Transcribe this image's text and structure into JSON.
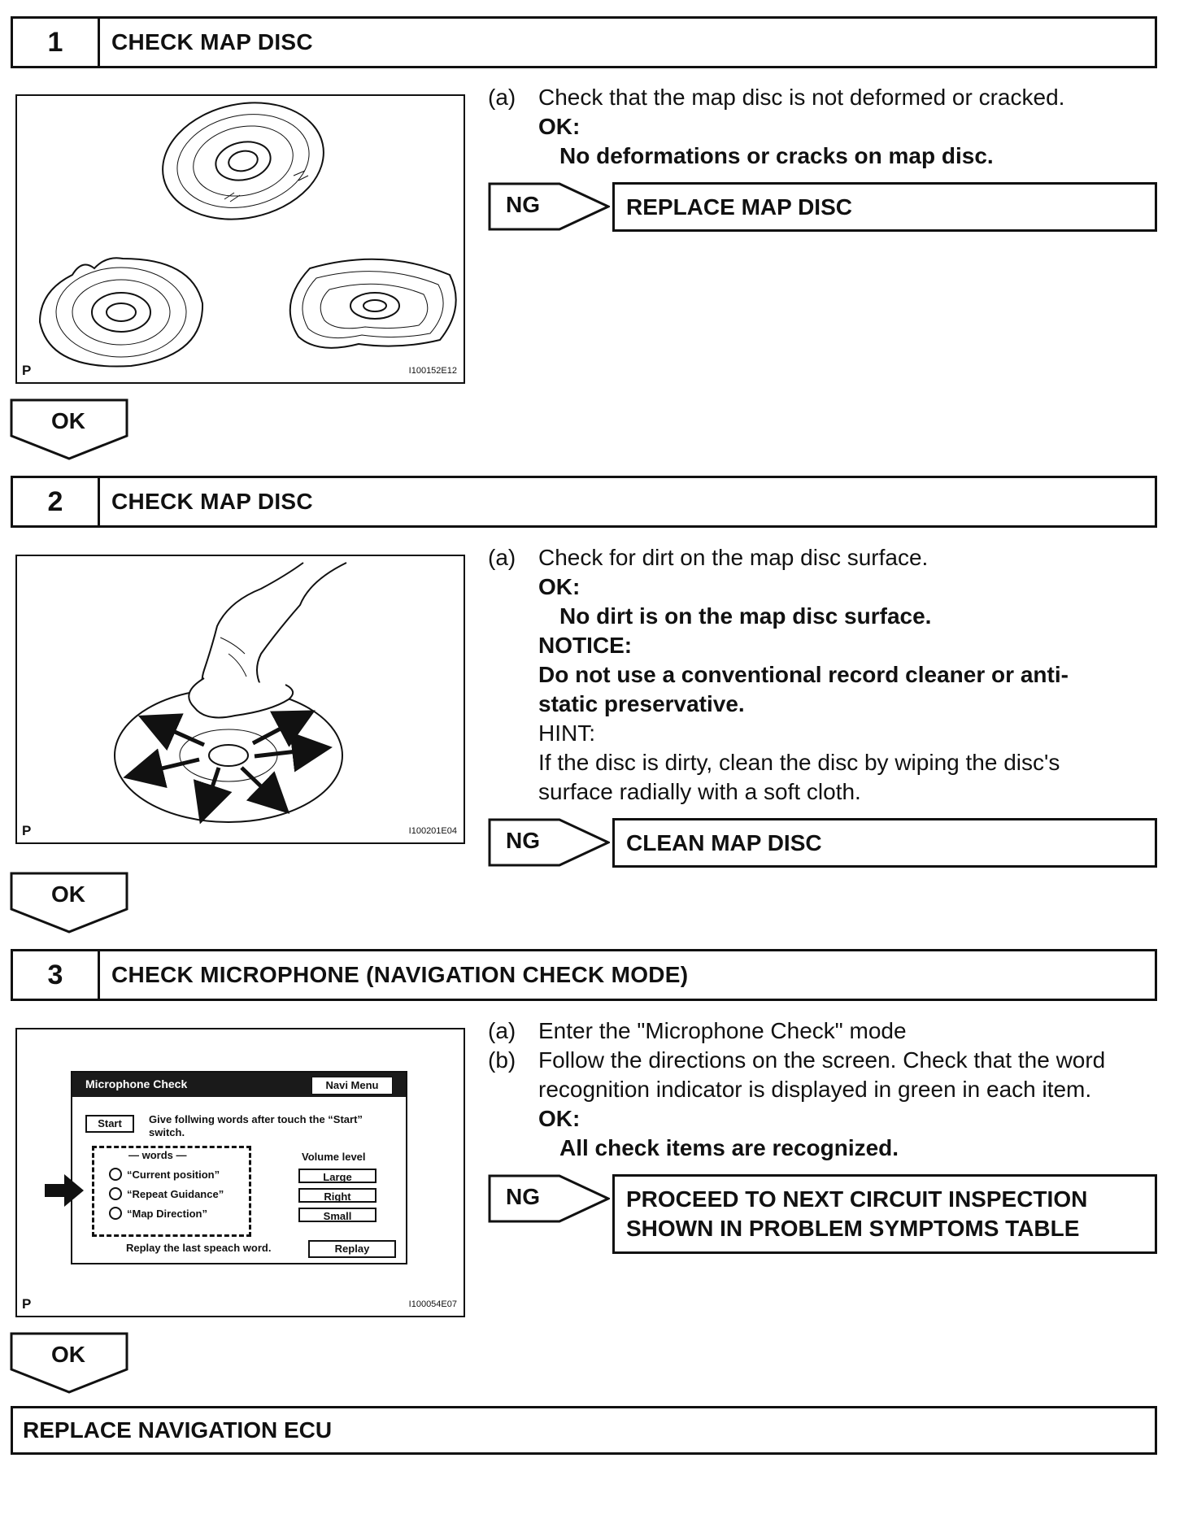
{
  "step1": {
    "num": "1",
    "title": "CHECK MAP DISC",
    "figure": {
      "p": "P",
      "id": "I100152E12"
    },
    "a_label": "(a)",
    "a_text": "Check that the map disc is not deformed or cracked.",
    "ok_head": "OK:",
    "ok_text": "No deformations or cracks on map disc.",
    "ng": "NG",
    "ng_action": "REPLACE MAP DISC",
    "ok_button": "OK"
  },
  "step2": {
    "num": "2",
    "title": "CHECK MAP DISC",
    "figure": {
      "p": "P",
      "id": "I100201E04"
    },
    "a_label": "(a)",
    "a_text": "Check for dirt on the map disc surface.",
    "ok_head": "OK:",
    "ok_text": "No dirt is on the map disc surface.",
    "notice_head": "NOTICE:",
    "notice_line1": "Do not use a conventional record cleaner or anti-",
    "notice_line2": "static preservative.",
    "hint_head": "HINT:",
    "hint_line1": "If the disc is dirty, clean the disc by wiping the disc's",
    "hint_line2": "surface radially with a soft cloth.",
    "ng": "NG",
    "ng_action": "CLEAN MAP DISC",
    "ok_button": "OK"
  },
  "step3": {
    "num": "3",
    "title": "CHECK MICROPHONE (NAVIGATION CHECK MODE)",
    "figure": {
      "p": "P",
      "id": "I100054E07",
      "screen": {
        "title": "Microphone Check",
        "navi_menu": "Navi Menu",
        "start": "Start",
        "instruction": "Give follwing words after touch the “Start” switch.",
        "words_head": "— words —",
        "words": [
          "“Current position”",
          "“Repeat Guidance”",
          "“Map Direction”"
        ],
        "volume_head": "Volume level",
        "volume": [
          "Large",
          "Right",
          "Small"
        ],
        "replay_label": "Replay the last speach word.",
        "replay": "Replay"
      }
    },
    "a_label": "(a)",
    "a_text": "Enter the \"Microphone Check\" mode",
    "b_label": "(b)",
    "b_line1": "Follow the directions on the screen. Check that the word",
    "b_line2": "recognition indicator is displayed in green in each item.",
    "ok_head": "OK:",
    "ok_text": "All check items are recognized.",
    "ng": "NG",
    "ng_action_line1": "PROCEED TO NEXT CIRCUIT INSPECTION",
    "ng_action_line2": "SHOWN IN PROBLEM SYMPTOMS TABLE",
    "ok_button": "OK"
  },
  "final": "REPLACE NAVIGATION ECU"
}
